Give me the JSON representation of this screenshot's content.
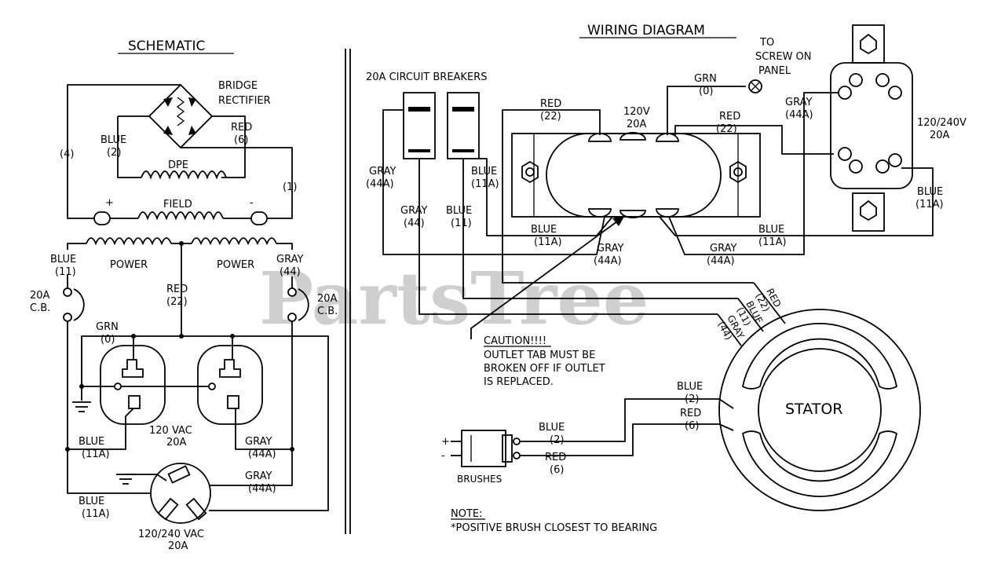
{
  "watermark": "PartsTree",
  "schematic": {
    "title": "SCHEMATIC",
    "bridge_rectifier": [
      "BRIDGE",
      "RECTIFIER"
    ],
    "blue_2": [
      "BLUE",
      "(2)"
    ],
    "red_6": [
      "RED",
      "(6)"
    ],
    "wire_4": "(4)",
    "wire_1": "(1)",
    "dpe": "DPE",
    "field": "FIELD",
    "plus": "+",
    "minus": "-",
    "power_left": "POWER",
    "power_right": "POWER",
    "blue_11": [
      "BLUE",
      "(11)"
    ],
    "gray_44": [
      "GRAY",
      "(44)"
    ],
    "cb_left": [
      "20A",
      "C.B."
    ],
    "cb_right": [
      "20A",
      "C.B."
    ],
    "red_22": [
      "RED",
      "(22)"
    ],
    "grn_0": [
      "GRN",
      "(0)"
    ],
    "outlet_120": [
      "120 VAC",
      "20A"
    ],
    "blue_11a_1": [
      "BLUE",
      "(11A)"
    ],
    "gray_44a_1": [
      "GRAY",
      "(44A)"
    ],
    "gray_44a_2": [
      "GRAY",
      "(44A)"
    ],
    "blue_11a_2": [
      "BLUE",
      "(11A)"
    ],
    "outlet_240": [
      "120/240 VAC",
      "20A"
    ]
  },
  "wiring": {
    "title": "WIRING DIAGRAM",
    "to_screw": [
      "TO",
      "SCREW ON",
      "PANEL"
    ],
    "circuit_breakers": "20A CIRCUIT BREAKERS",
    "grn_0": [
      "GRN",
      "(0)"
    ],
    "red_22_left": [
      "RED",
      "(22)"
    ],
    "outlet_120": [
      "120V",
      "20A"
    ],
    "red_22_right": [
      "RED",
      "(22)"
    ],
    "gray_44a_top": [
      "GRAY",
      "(44A)"
    ],
    "outlet_240": [
      "120/240V",
      "20A"
    ],
    "gray_44a_left": [
      "GRAY",
      "(44A)"
    ],
    "blue_11a_cb": [
      "BLUE",
      "(11A)"
    ],
    "gray_44": [
      "GRAY",
      "(44)"
    ],
    "blue_11": [
      "BLUE",
      "(11)"
    ],
    "blue_11a_mid": [
      "BLUE",
      "(11A)"
    ],
    "gray_44a_mid": [
      "GRAY",
      "(44A)"
    ],
    "gray_44a_right": [
      "GRAY",
      "(44A)"
    ],
    "blue_11a_right": [
      "BLUE",
      "(11A)"
    ],
    "blue_11a_far": [
      "BLUE",
      "(11A)"
    ],
    "stator_leads": [
      "RED",
      "(22)",
      "BLUE",
      "(11)",
      "GRAY",
      "(44)"
    ],
    "caution": [
      "CAUTION!!!!",
      "OUTLET TAB MUST BE",
      "BROKEN OFF IF OUTLET",
      "IS REPLACED."
    ],
    "stator": "STATOR",
    "blue_2": [
      "BLUE",
      "(2)"
    ],
    "red_6": [
      "RED",
      "(6)"
    ],
    "brush_blue": [
      "BLUE",
      "(2)"
    ],
    "brush_red": [
      "RED",
      "(6)"
    ],
    "brushes": "BRUSHES",
    "brush_plus": "+",
    "brush_minus": "-",
    "note_title": "NOTE:",
    "note_text": "*POSITIVE BRUSH CLOSEST TO BEARING"
  }
}
